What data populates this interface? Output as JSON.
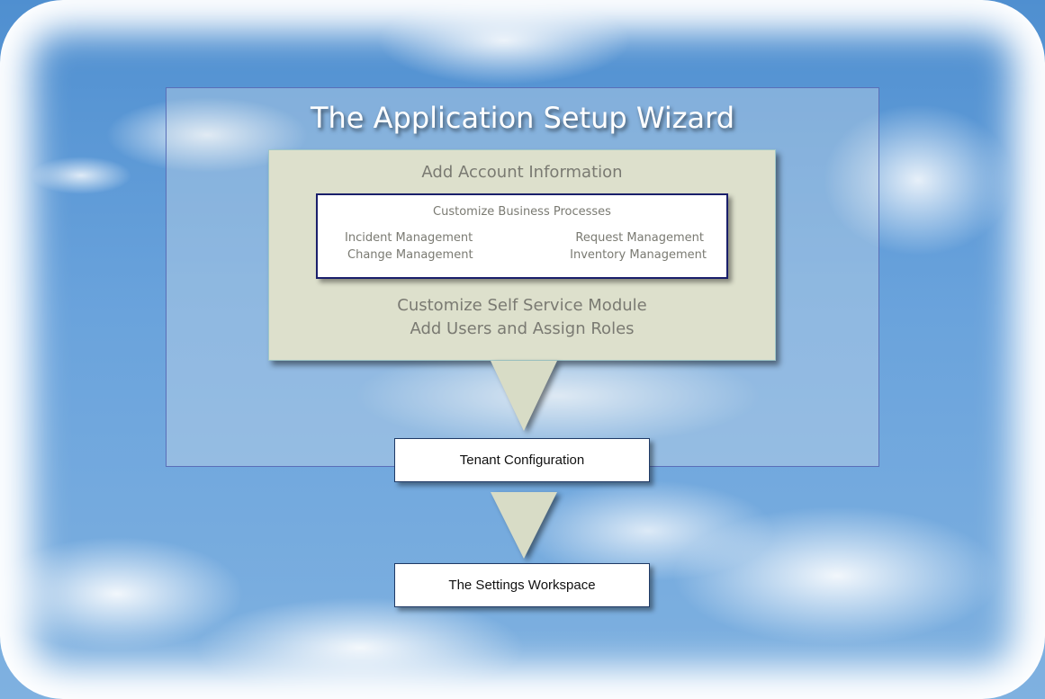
{
  "title": "The Application Setup Wizard",
  "account_step": "Add Account Information",
  "business_processes": {
    "heading": "Customize Business Processes",
    "items": [
      "Incident Management",
      "Change Management",
      "Request Management",
      "Inventory Management"
    ]
  },
  "self_service": "Customize Self Service Module",
  "users_roles": "Add Users and Assign Roles",
  "tenant": "Tenant Configuration",
  "settings": "The Settings Workspace",
  "colors": {
    "panel": "#dde0cc",
    "border": "#1a1f6b",
    "arrow": "#d8dcc6"
  }
}
